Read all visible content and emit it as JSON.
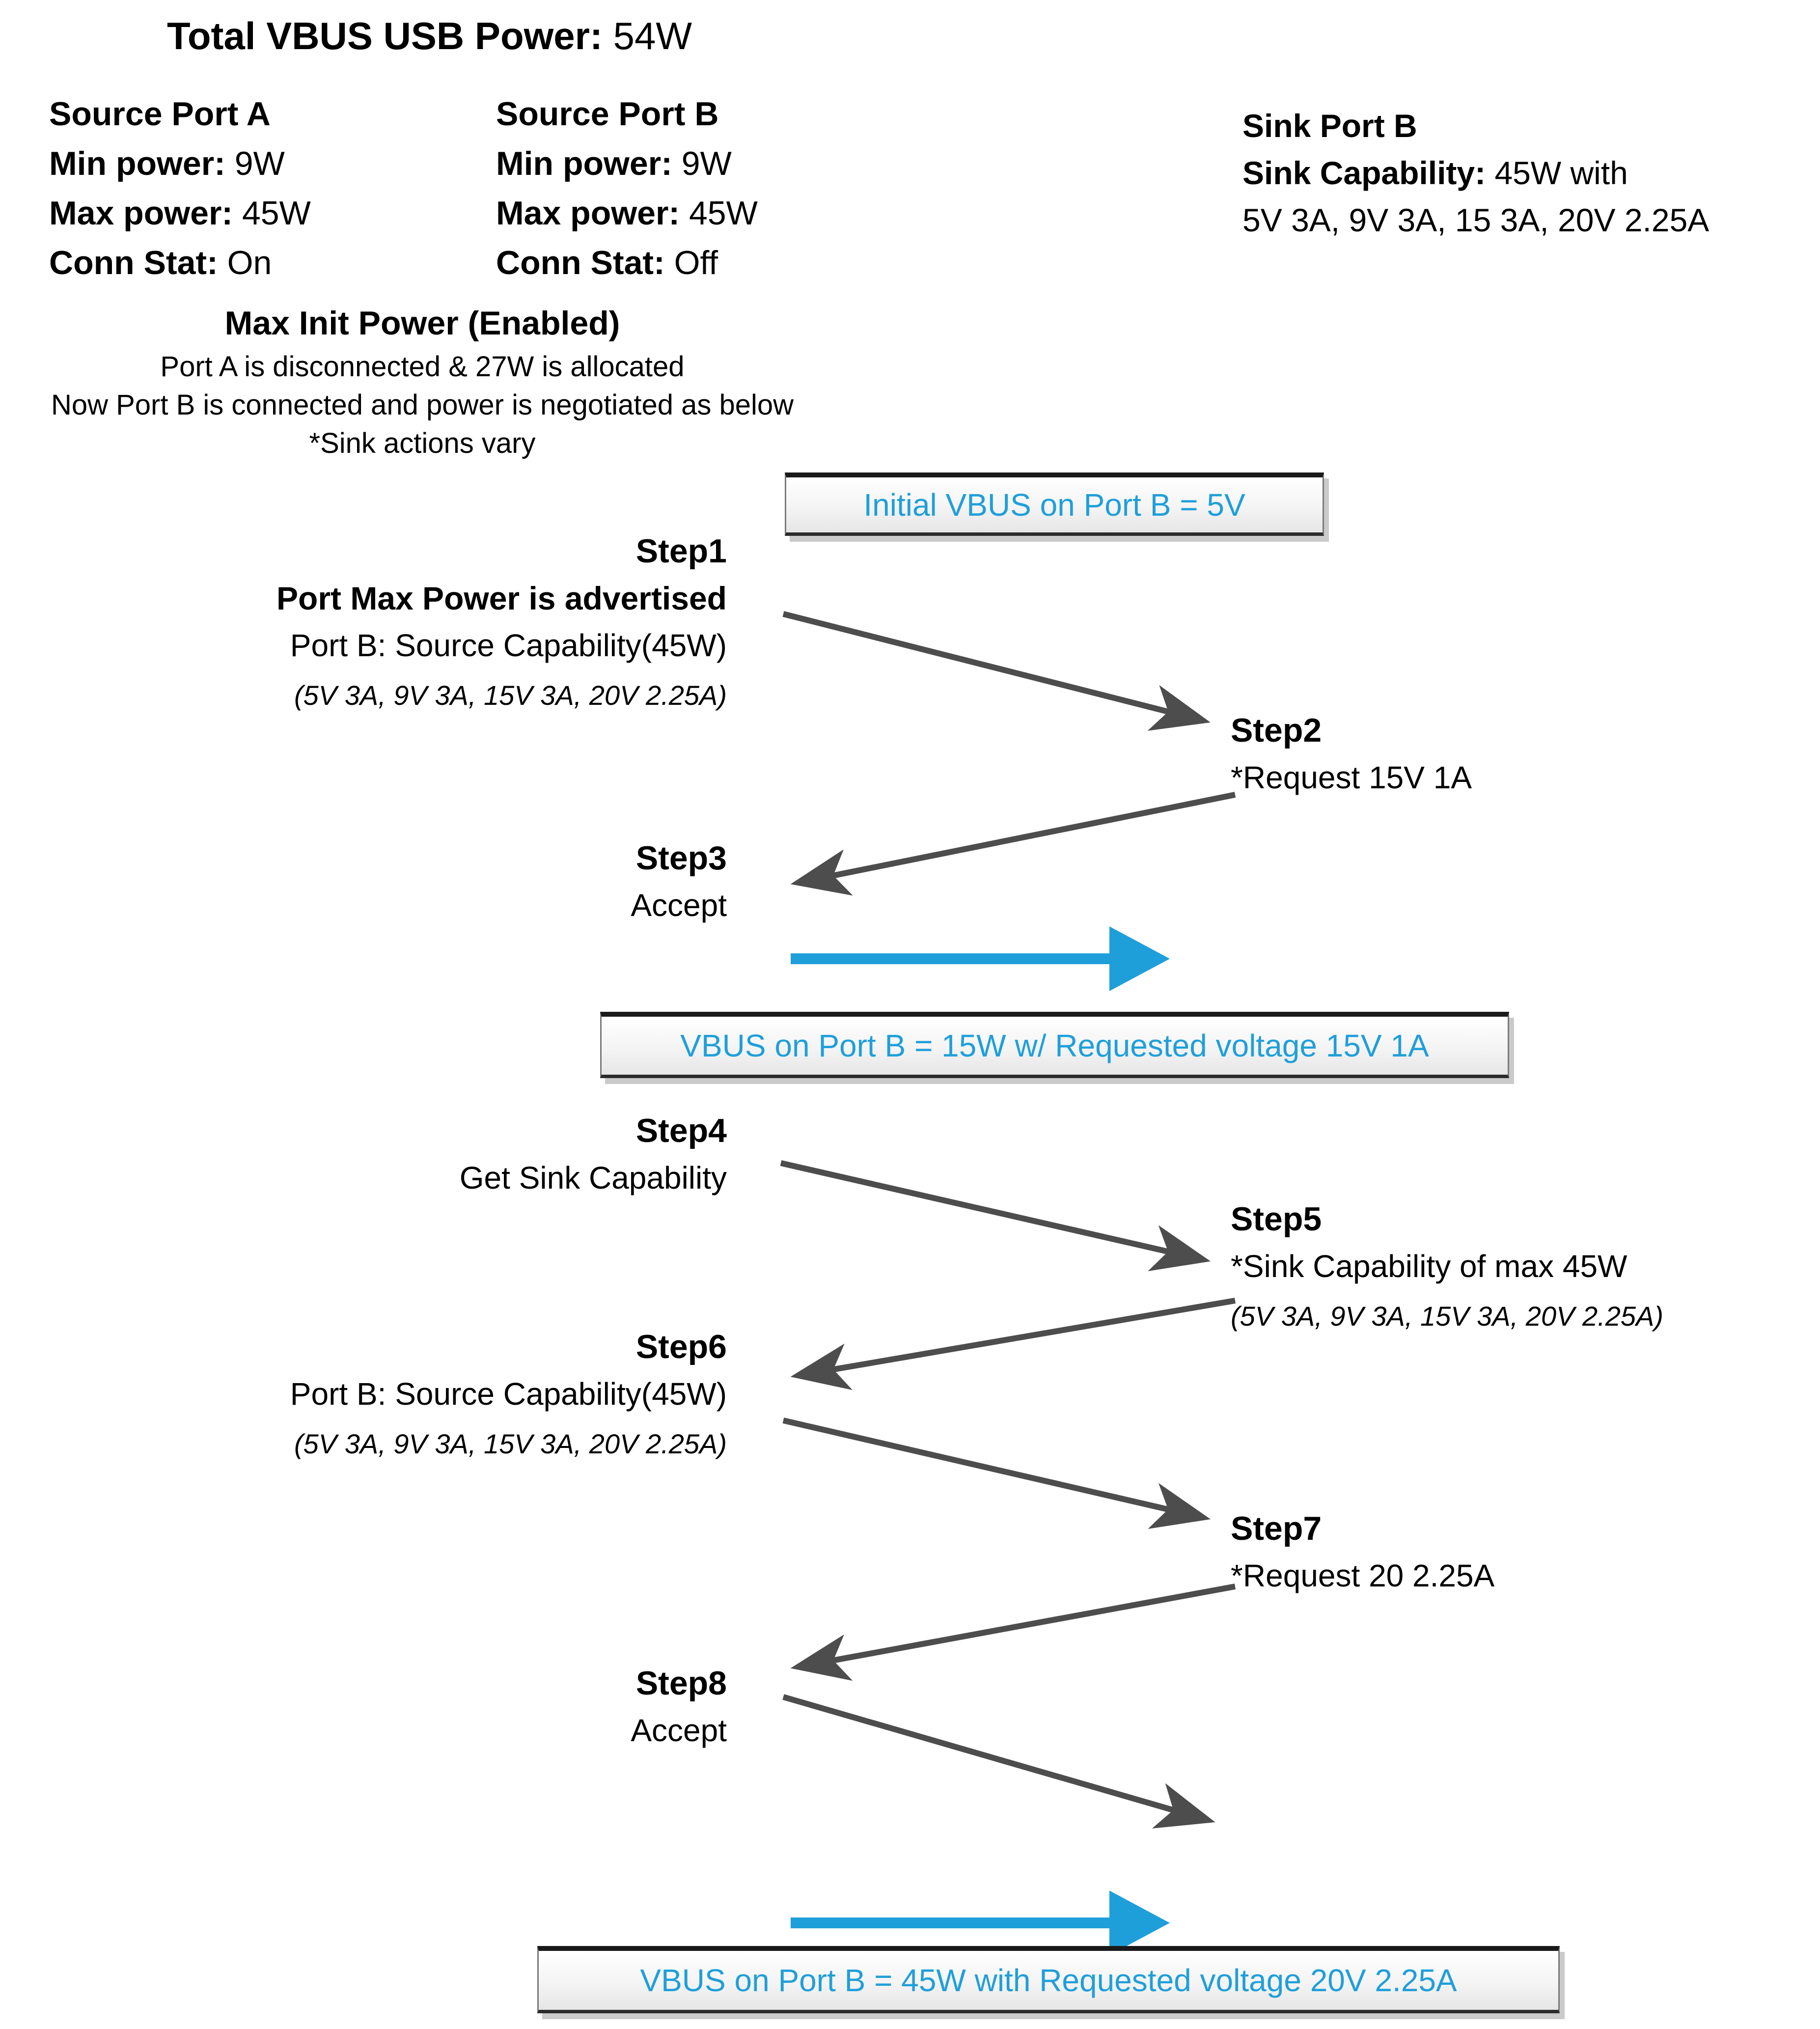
{
  "header": {
    "title_label": "Total VBUS USB Power:",
    "title_value": " 54W"
  },
  "ports": {
    "source_a": {
      "title": "Source Port A",
      "min_label": "Min power:",
      "min_value": " 9W",
      "max_label": "Max power:",
      "max_value": " 45W",
      "conn_label": "Conn Stat:",
      "conn_value": " On"
    },
    "source_b": {
      "title": "Source Port B",
      "min_label": "Min power:",
      "min_value": " 9W",
      "max_label": "Max power:",
      "max_value": " 45W",
      "conn_label": "Conn Stat:",
      "conn_value": " Off"
    },
    "sink_b": {
      "title": "Sink Port B",
      "cap_label": "Sink Capability:",
      "cap_value": " 45W with",
      "cap_detail": "5V 3A, 9V 3A, 15 3A, 20V 2.25A"
    }
  },
  "scenario": {
    "title": "Max Init Power (Enabled)",
    "line1": "Port A is disconnected & 27W is allocated",
    "line2": "Now Port B is connected and power is negotiated as below",
    "line3": "*Sink actions vary"
  },
  "status_boxes": [
    {
      "text": "Initial VBUS on Port B = 5V"
    },
    {
      "text": "VBUS on Port B = 15W w/ Requested voltage 15V 1A"
    },
    {
      "text": "VBUS on Port B = 45W with Requested voltage 20V 2.25A"
    }
  ],
  "steps": [
    {
      "label": "Step1",
      "headline": "Port Max Power is advertised",
      "line": "Port B: Source Capability(45W)",
      "detail": "(5V 3A, 9V 3A, 15V 3A, 20V 2.25A)"
    },
    {
      "label": "Step2",
      "line": "*Request 15V 1A"
    },
    {
      "label": "Step3",
      "line": "Accept"
    },
    {
      "label": "Step4",
      "line": "Get Sink Capability"
    },
    {
      "label": "Step5",
      "line": "*Sink Capability of max 45W",
      "detail": "(5V 3A, 9V 3A, 15V 3A, 20V 2.25A)"
    },
    {
      "label": "Step6",
      "line": "Port B: Source Capability(45W)",
      "detail": "(5V 3A, 9V 3A, 15V 3A, 20V 2.25A)"
    },
    {
      "label": "Step7",
      "line": "*Request 20 2.25A"
    },
    {
      "label": "Step8",
      "line": "Accept"
    }
  ],
  "colors": {
    "accent_blue": "#1F9FDA",
    "arrow_dark": "#4D4D4D",
    "box_border_dark": "#1A1A1A"
  }
}
